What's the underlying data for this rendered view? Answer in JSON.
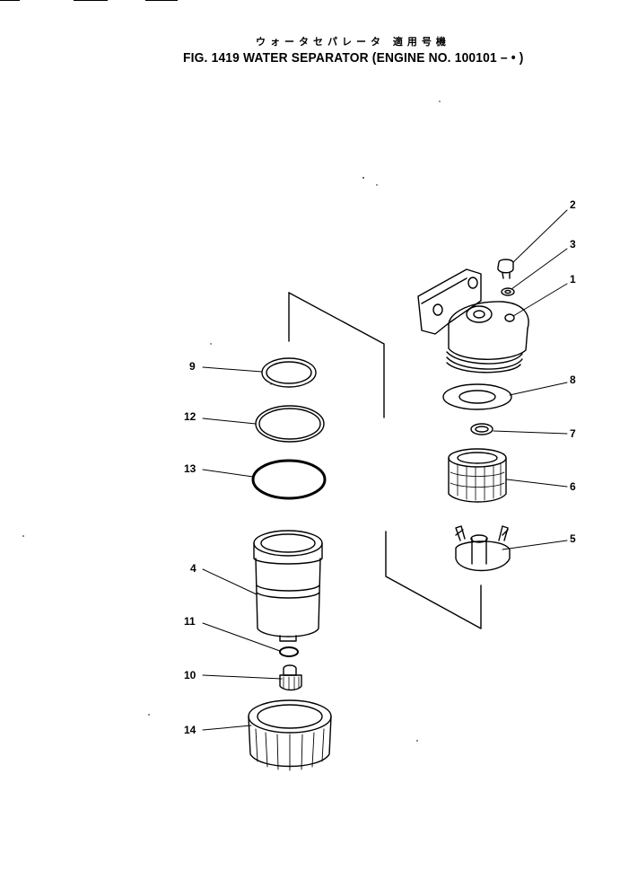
{
  "figure": {
    "title_jp": "ウォータセパレータ 適用号機",
    "title_en": "FIG. 1419 WATER SEPARATOR (ENGINE NO. 100101 –     •    )"
  },
  "callouts": [
    {
      "num": "1",
      "part": "head"
    },
    {
      "num": "2",
      "part": "plug"
    },
    {
      "num": "3",
      "part": "washer"
    },
    {
      "num": "4",
      "part": "bowl"
    },
    {
      "num": "5",
      "part": "element-holder"
    },
    {
      "num": "6",
      "part": "element"
    },
    {
      "num": "7",
      "part": "ring"
    },
    {
      "num": "8",
      "part": "gasket"
    },
    {
      "num": "9",
      "part": "ring-upper"
    },
    {
      "num": "10",
      "part": "drain-plug"
    },
    {
      "num": "11",
      "part": "o-ring"
    },
    {
      "num": "12",
      "part": "ring-middle"
    },
    {
      "num": "13",
      "part": "o-ring-large"
    },
    {
      "num": "14",
      "part": "retaining-nut"
    }
  ]
}
